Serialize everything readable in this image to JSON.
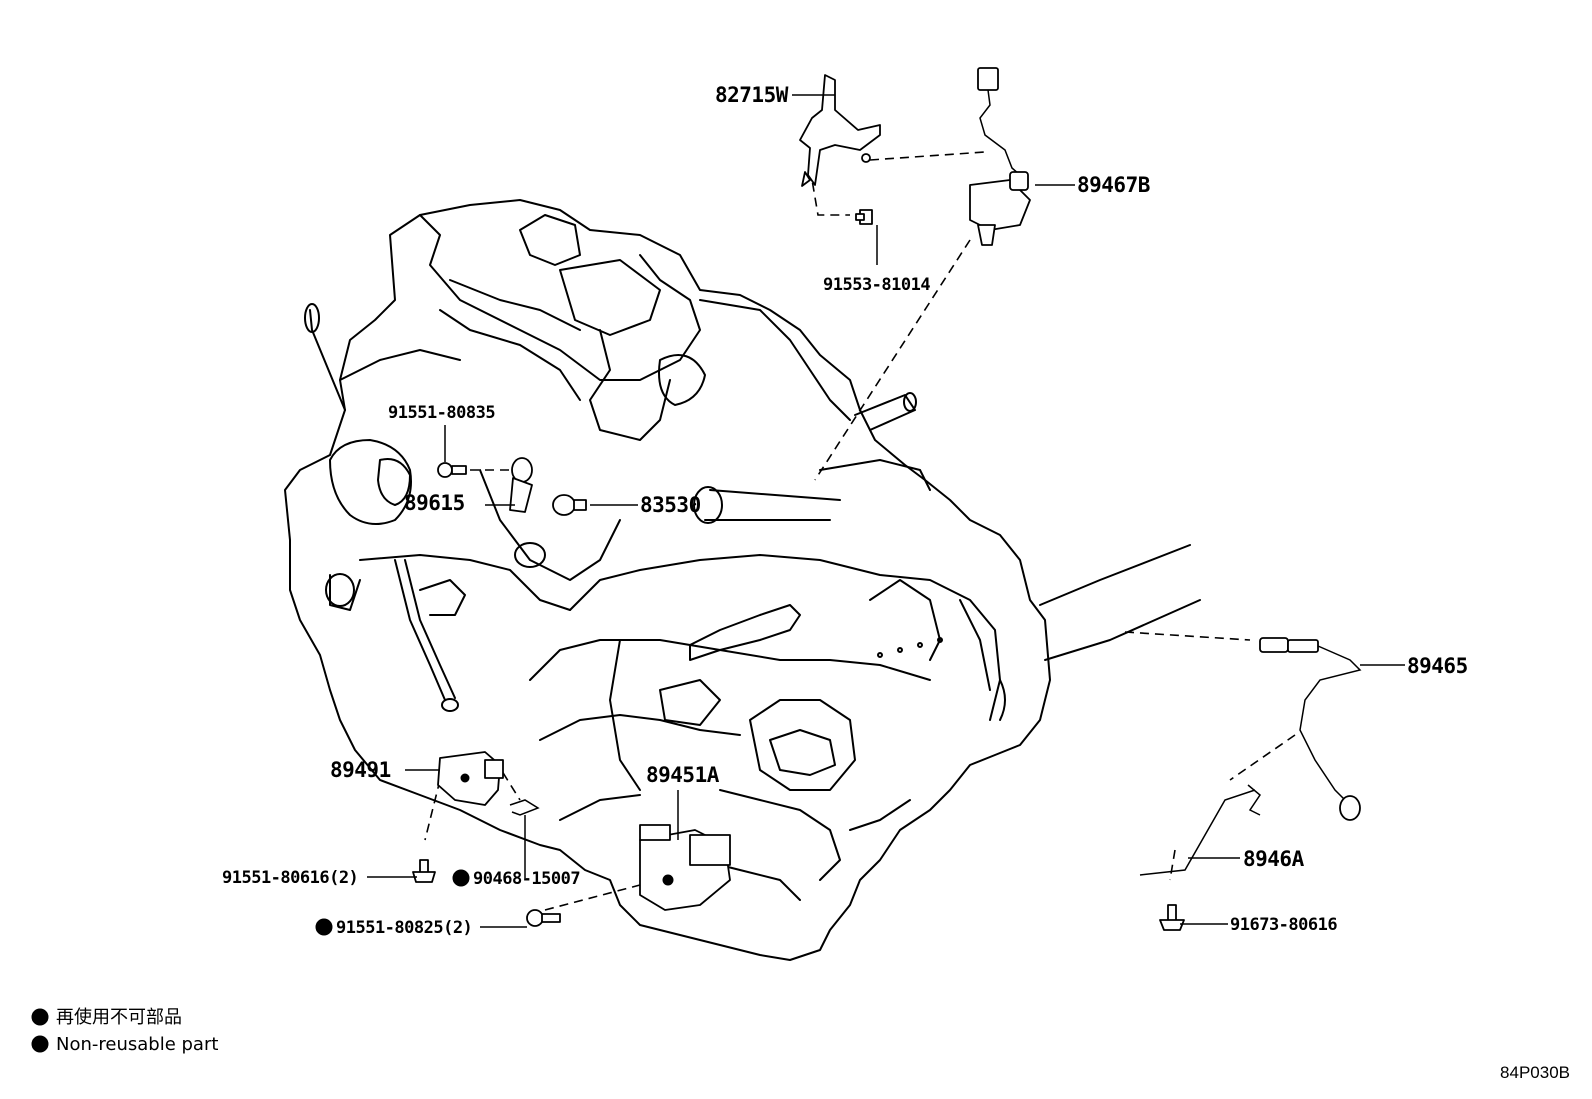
{
  "labels": {
    "p82715W": "82715W",
    "p89467B": "89467B",
    "p91553_81014": "91553-81014",
    "p91551_80835": "91551-80835",
    "p89615": "89615",
    "p83530": "83530",
    "p89465": "89465",
    "p89491": "89491",
    "p89451A": "89451A",
    "p91551_80616": "91551-80616(2)",
    "p90468_15007": "90468-15007",
    "p91551_80825": "91551-80825(2)",
    "p8946A": "8946A",
    "p91673_80616": "91673-80616"
  },
  "legend": {
    "jp": "再使用不可部品",
    "en": "Non-reusable part"
  },
  "diagram_code": "84P030B"
}
